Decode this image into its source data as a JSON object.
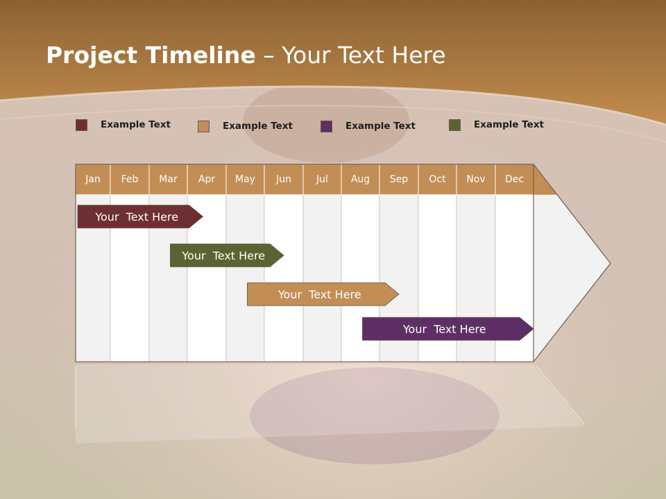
{
  "slide": {
    "title_bold": "Project Timeline",
    "title_rest": " – Your Text Here"
  },
  "legend": [
    {
      "label": "Example Text",
      "color": "#6e2f33"
    },
    {
      "label": "Example Text",
      "color": "#c38e55"
    },
    {
      "label": "Example Text",
      "color": "#5e2f64"
    },
    {
      "label": "Example Text",
      "color": "#5b6332"
    }
  ],
  "timeline": {
    "months": [
      "Jan",
      "Feb",
      "Mar",
      "Apr",
      "May",
      "Jun",
      "Jul",
      "Aug",
      "Sep",
      "Oct",
      "Nov",
      "Dec"
    ],
    "header_color": "#c38e55",
    "tasks": [
      {
        "label": "Your  Text Here",
        "color": "#6e2f33",
        "start_month": 1.0,
        "end_month": 4.4
      },
      {
        "label": "Your  Text Here",
        "color": "#5b6332",
        "start_month": 3.5,
        "end_month": 6.5
      },
      {
        "label": "Your  Text Here",
        "color": "#c38e55",
        "start_month": 5.5,
        "end_month": 9.5
      },
      {
        "label": "Your  Text Here",
        "color": "#5e2f64",
        "start_month": 8.5,
        "end_month": 12.0
      }
    ]
  }
}
